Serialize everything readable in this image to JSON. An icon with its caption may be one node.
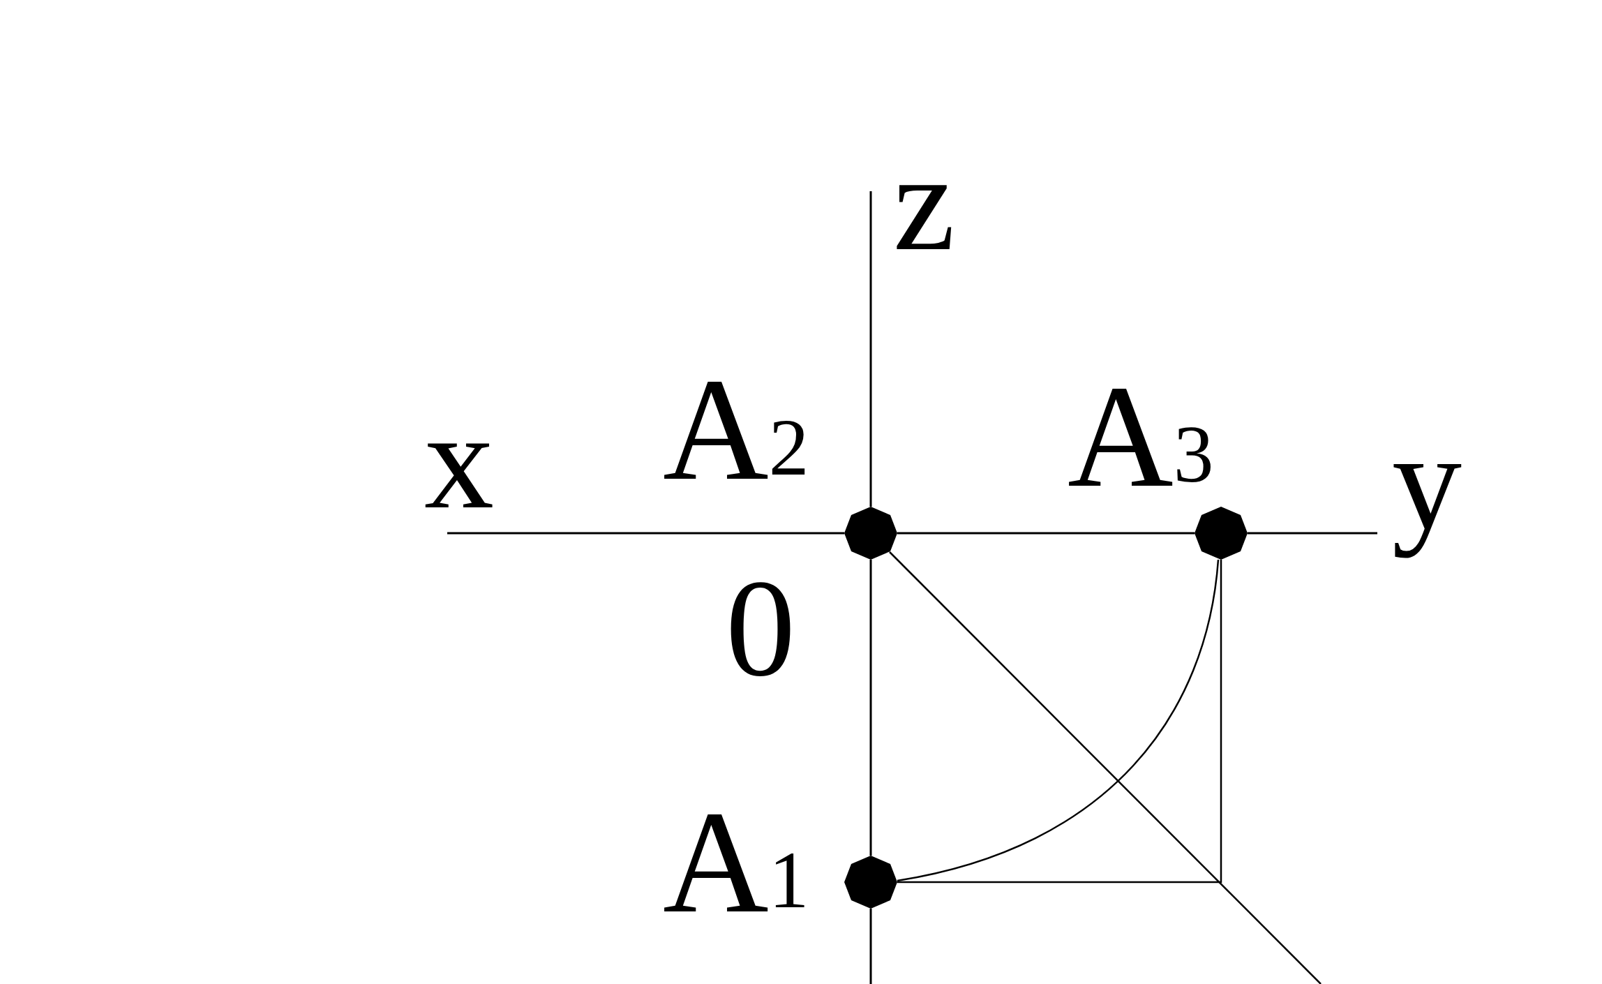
{
  "diagram": {
    "nodes": [
      {
        "text": [
          "A$_{2}$"
        ]
      },
      {
        "text": [
          "A$_{3}$"
        ]
      },
      {
        "text": [
          "A$_{1}$"
        ]
      }
    ],
    "edges": [
      {
        "from": 1,
        "to": 2,
        "arrow": "none"
      },
      {
        "from": 2,
        "to": 1,
        "arrow": "none"
      }
    ],
    "labels": [
      "z",
      "x",
      "y",
      "0"
    ]
  }
}
